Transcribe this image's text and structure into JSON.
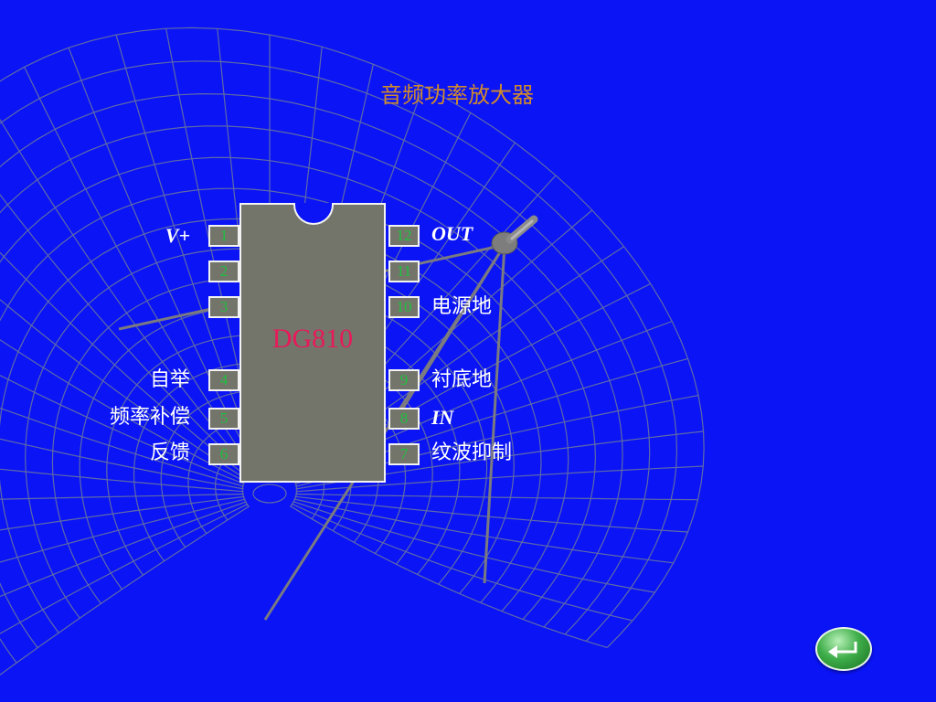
{
  "slide": {
    "title": "音频功率放大器"
  },
  "chip": {
    "name": "DG810"
  },
  "pins": {
    "left": [
      {
        "number": "1",
        "label": "V+"
      },
      {
        "number": "2",
        "label": ""
      },
      {
        "number": "3",
        "label": ""
      },
      {
        "number": "4",
        "label": "自举"
      },
      {
        "number": "5",
        "label": "频率补偿"
      },
      {
        "number": "6",
        "label": "反馈"
      }
    ],
    "right": [
      {
        "number": "12",
        "label": "OUT"
      },
      {
        "number": "11",
        "label": ""
      },
      {
        "number": "10",
        "label": "电源地"
      },
      {
        "number": "9",
        "label": "衬底地"
      },
      {
        "number": "8",
        "label": "IN"
      },
      {
        "number": "7",
        "label": "纹波抑制"
      }
    ]
  },
  "colors": {
    "background": "#0a14f5",
    "title": "#d08a2c",
    "chip_body": "#74756a",
    "chip_name": "#e8185a",
    "pin_number": "#1ec040",
    "label": "#ffffff"
  },
  "icons": {
    "return_button": "return-arrow-icon"
  }
}
